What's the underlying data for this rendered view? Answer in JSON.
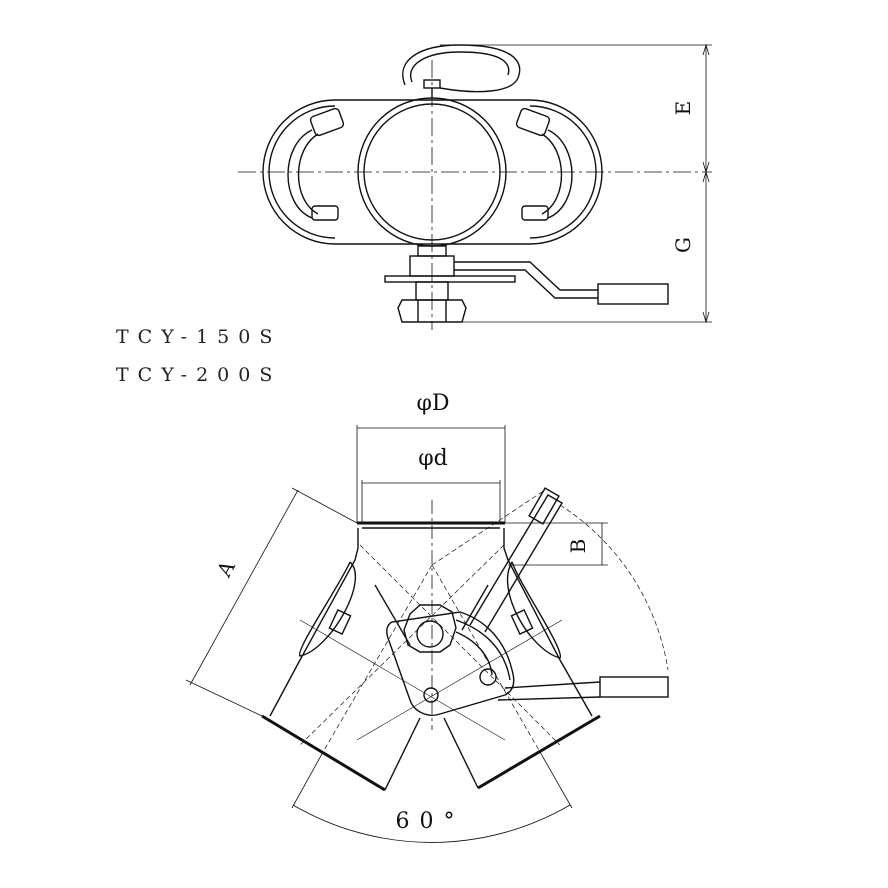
{
  "models": [
    "TCY-150S",
    "TCY-200S"
  ],
  "dimensions": {
    "E": "E",
    "G": "G",
    "outer_diameter": "φD",
    "inner_diameter": "φd",
    "A": "A",
    "B": "B",
    "angle": "60°"
  },
  "colors": {
    "line": "#111111",
    "background": "#ffffff"
  }
}
